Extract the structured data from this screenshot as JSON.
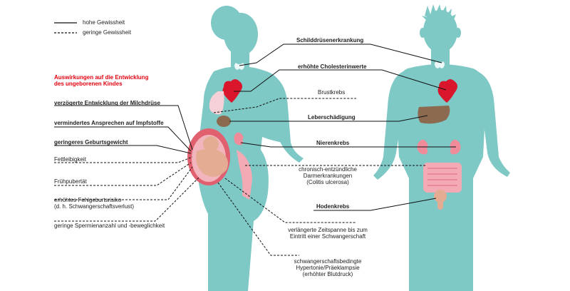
{
  "legend": {
    "high": "hohe Gewissheit",
    "low": "geringe Gewissheit"
  },
  "section_title": {
    "line1": "Auswirkungen auf die Entwicklung",
    "line2": "des ungeborenen Kindes"
  },
  "left_labels": {
    "milk_gland": "verzögerte Entwicklung der Milchdrüse",
    "vaccine": "vermindertes Ansprechen auf Impfstoffe",
    "birth_weight": "geringeres Geburtsgewicht",
    "obesity": "Fettleibigkeit",
    "puberty": "Frühpubertät",
    "miscarriage_1": "erhöhtes Fehlgeburtsrisiko",
    "miscarriage_2": "(d. h. Schwangerschaftsverlust)",
    "sperm": "geringe Spermienanzahl und -beweglichkeit"
  },
  "center_labels": {
    "thyroid": "Schilddrüsenerkrankung",
    "cholesterol": "erhöhte Cholesterinwerte",
    "breast_cancer": "Brustkrebs",
    "liver": "Leberschädigung",
    "kidney": "Nierenkrebs",
    "colitis_1": "chronisch-entzündliche",
    "colitis_2": "Darmerkrankungen",
    "colitis_3": "(Colitis ulcerosa)",
    "testicular": "Hodenkrebs",
    "conception_1": "verlängerte Zeitspanne bis zum",
    "conception_2": "Eintritt einer Schwangerschaft",
    "hypertension_1": "schwangerschaftsbedingte",
    "hypertension_2": "Hypertonie/Präeklampsie",
    "hypertension_3": "(erhöhter Blutdruck)"
  },
  "colors": {
    "body": "#7ec8c6",
    "heart": "#d9162b",
    "liver": "#8b6a4f",
    "kidney": "#f08c9a",
    "breast": "#f5d0d6",
    "uterus": "#e0606f",
    "fetus": "#e4ad93",
    "intestine": "#f4aab4",
    "accent_red": "#e3000f"
  }
}
